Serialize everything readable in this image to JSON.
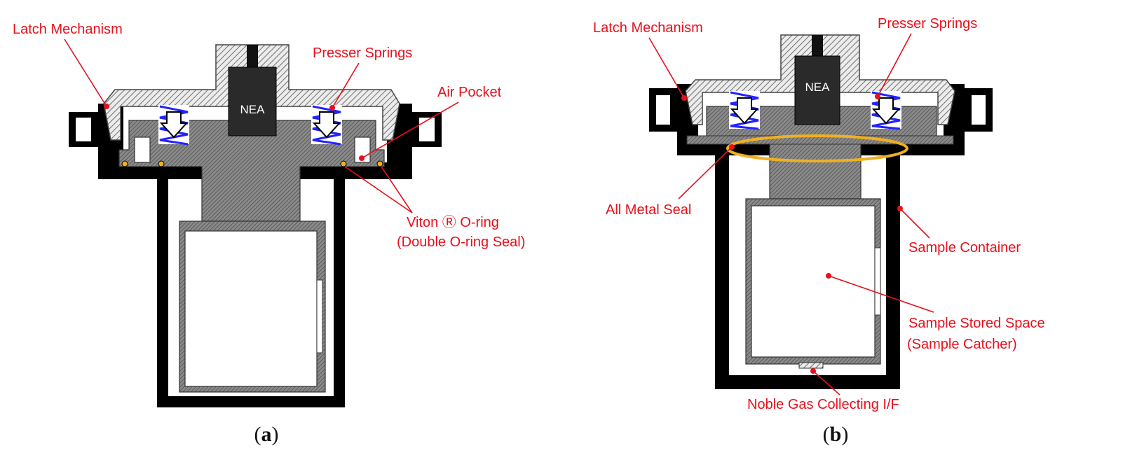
{
  "panel_a": {
    "nea": "NEA",
    "latch": "Latch Mechanism",
    "presser": "Presser Springs",
    "air_pocket": "Air Pocket",
    "viton_1": "Viton Ⓡ O-ring",
    "viton_2": "(Double O-ring Seal)",
    "caption_open": "(",
    "caption_letter": "a",
    "caption_close": ")"
  },
  "panel_b": {
    "nea": "NEA",
    "latch": "Latch Mechanism",
    "presser": "Presser Springs",
    "metal_seal": "All Metal Seal",
    "container": "Sample Container",
    "stored_1": "Sample Stored Space",
    "stored_2": "(Sample Catcher)",
    "noble_gas": "Noble Gas Collecting I/F",
    "caption_open": "(",
    "caption_letter": "b",
    "caption_close": ")"
  },
  "colors": {
    "label": "#e8101c",
    "spring": "#2222ff",
    "seal_ring": "#f0b020"
  }
}
